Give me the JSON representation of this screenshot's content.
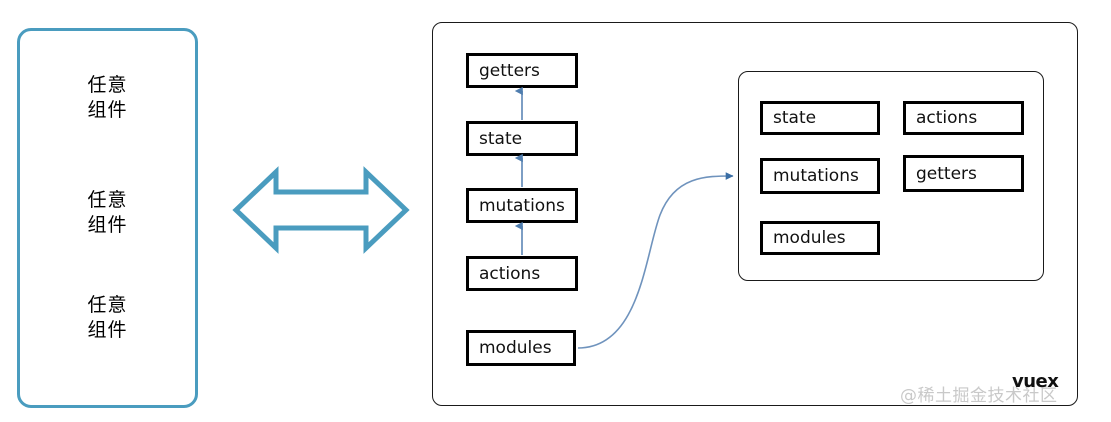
{
  "diagram": {
    "title": "vuex",
    "component_panel": {
      "name": "any-component-panel",
      "border_color": "#4a9cbf",
      "labels": [
        {
          "line1": "任意",
          "line2": "组件",
          "text": "任意\n组件"
        },
        {
          "line1": "任意",
          "line2": "组件",
          "text": "任意\n组件"
        },
        {
          "line1": "任意",
          "line2": "组件",
          "text": "任意\n组件"
        }
      ]
    },
    "connector": {
      "name": "bidirectional-arrow",
      "color": "#4a9cbf",
      "direction": "both"
    },
    "vuex_panel": {
      "caption": "vuex",
      "border_color": "#1a1a1a",
      "flow_boxes": [
        {
          "label": "getters"
        },
        {
          "label": "state"
        },
        {
          "label": "mutations"
        },
        {
          "label": "actions"
        },
        {
          "label": "modules"
        }
      ],
      "flow_arrows": [
        {
          "from": "state",
          "to": "getters",
          "color": "#4f7dae"
        },
        {
          "from": "mutations",
          "to": "state",
          "color": "#4f7dae"
        },
        {
          "from": "actions",
          "to": "mutations",
          "color": "#4f7dae"
        },
        {
          "from": "modules",
          "to": "store-panel",
          "color": "#4f7dae",
          "style": "curved"
        }
      ],
      "store_panel": {
        "name": "module-store-panel",
        "left_column": [
          {
            "label": "state"
          },
          {
            "label": "mutations"
          },
          {
            "label": "modules"
          }
        ],
        "right_column": [
          {
            "label": "actions"
          },
          {
            "label": "getters"
          }
        ]
      }
    },
    "watermark": {
      "text": "@稀土掘金技术社区",
      "color": "#c9c9c9"
    }
  }
}
